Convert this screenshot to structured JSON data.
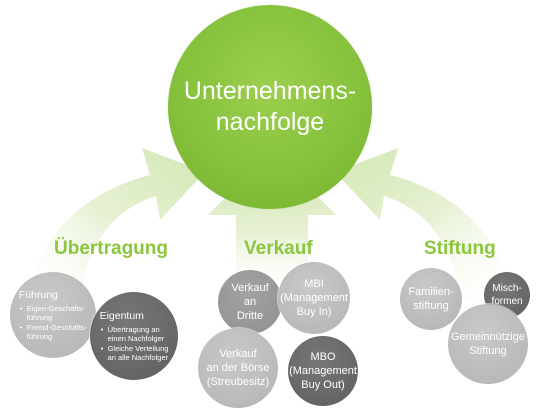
{
  "center": {
    "title": "Unternehmens-\nnachfolge"
  },
  "groups": [
    {
      "label": "Übertragung"
    },
    {
      "label": "Verkauf"
    },
    {
      "label": "Stiftung"
    }
  ],
  "uebertragung": {
    "fuehrung": {
      "title": "Führung",
      "items": [
        "Eigen-Geschäfts-\nführung",
        "Fremd-Geschäfts-\nführung"
      ]
    },
    "eigentum": {
      "title": "Eigentum",
      "items": [
        "Übertragung an\neinen Nachfolger",
        "Gleiche Verteilung\nan alle Nachfolger"
      ]
    }
  },
  "verkauf": {
    "dritte": "Verkauf an\nDritte",
    "mbi": "MBI\n(Management\nBuy In)",
    "boerse": "Verkauf\nan der Börse\n(Streubesitz)",
    "mbo": "MBO\n(Management\nBuy Out)"
  },
  "stiftung": {
    "familien": "Familien-\nstiftung",
    "misch": "Misch-\nformen",
    "gemein": "Gemeinnützige\nStiftung"
  },
  "colors": {
    "accent": "#8cc63e",
    "arrow": "#e3efcf"
  }
}
